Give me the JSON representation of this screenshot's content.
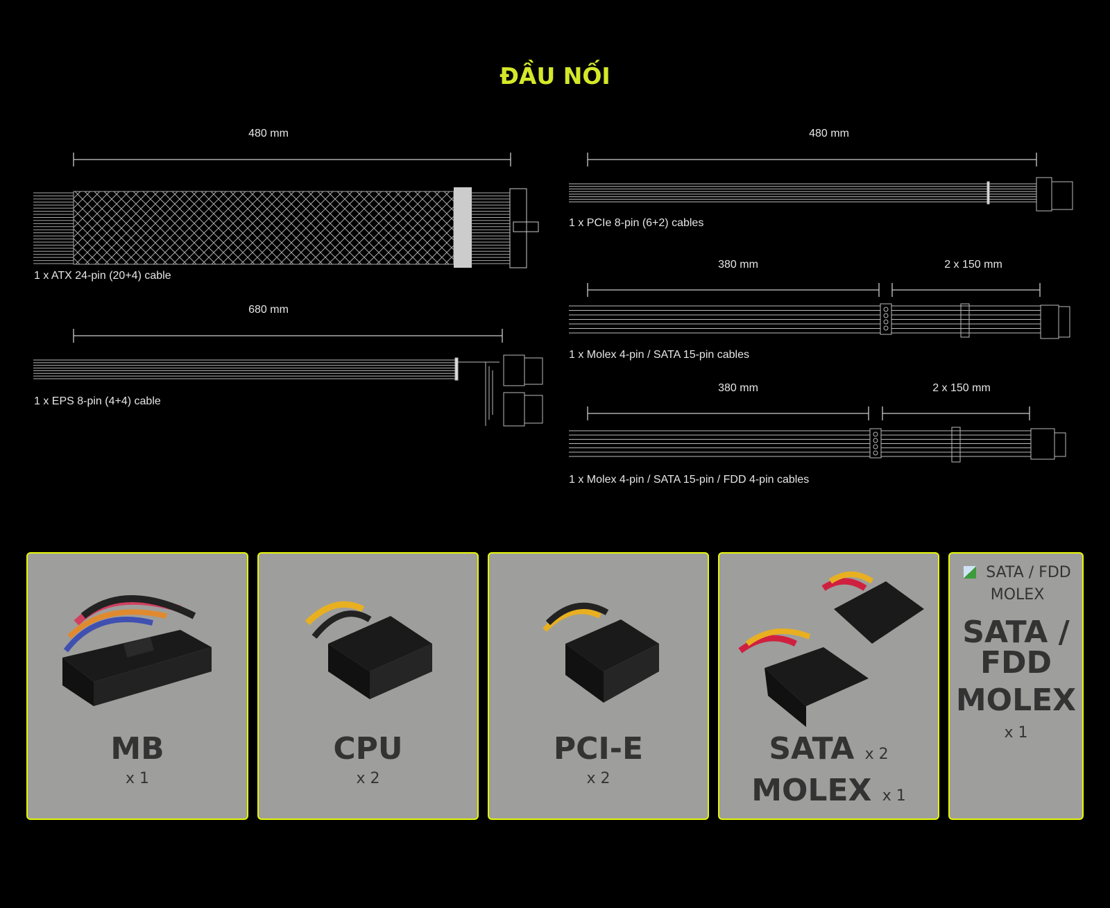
{
  "title": "ĐẦU NỐI",
  "cables": {
    "atx": {
      "length": "480 mm",
      "caption": "1 x ATX 24-pin (20+4) cable"
    },
    "eps": {
      "length": "680 mm",
      "caption": "1 x EPS 8-pin (4+4) cable"
    },
    "pcie": {
      "length": "480 mm",
      "caption": "1 x PCIe 8-pin (6+2) cables"
    },
    "molex_sata": {
      "length_main": "380 mm",
      "length_branch": "2 x 150 mm",
      "caption": "1 x Molex 4-pin / SATA 15-pin cables"
    },
    "molex_sata_fdd": {
      "length_main": "380 mm",
      "length_branch": "2 x 150 mm",
      "caption": "1 x Molex 4-pin / SATA 15-pin / FDD 4-pin cables"
    }
  },
  "cards": [
    {
      "name": "MB",
      "count": "x 1"
    },
    {
      "name": "CPU",
      "count": "x 2"
    },
    {
      "name": "PCI-E",
      "count": "x 2"
    },
    {
      "name1": "SATA",
      "count1": "x 2",
      "name2": "MOLEX",
      "count2": "x 1"
    },
    {
      "alt": "SATA / FDD MOLEX",
      "name1": "SATA / FDD",
      "name2": "MOLEX",
      "count": "x 1"
    }
  ],
  "colors": {
    "accent": "#d4e82a",
    "card_border": "#e6f700",
    "card_bg": "#9e9e9c"
  }
}
